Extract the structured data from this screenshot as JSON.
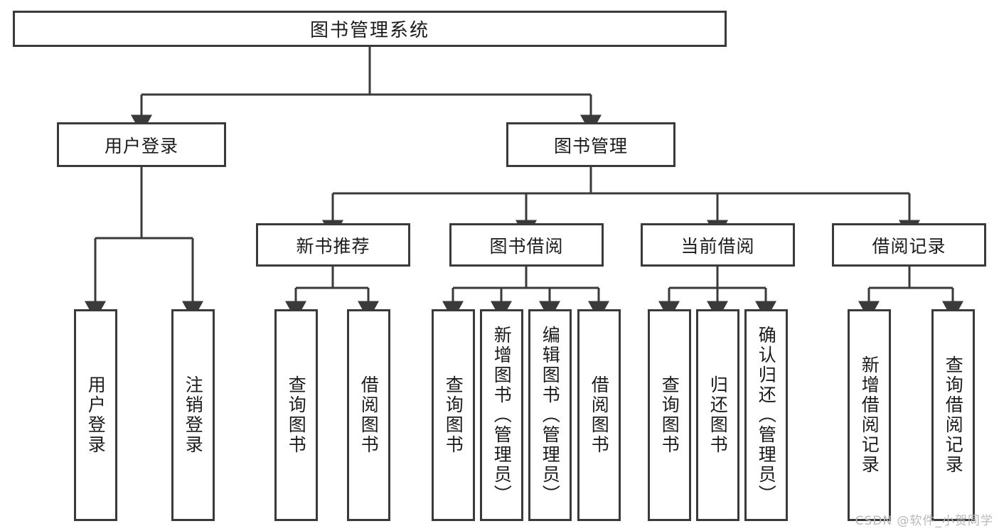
{
  "diagram": {
    "title_label": "图书管理系统",
    "watermark": "CSDN @软件_小贺同学",
    "stroke_color": "#3a3a3a",
    "background_color": "#ffffff",
    "text_color": "#1b1b1b",
    "levels": {
      "level1": [
        "图书管理系统"
      ],
      "level2": [
        "用户登录",
        "图书管理"
      ],
      "level3": [
        "新书推荐",
        "图书借阅",
        "当前借阅",
        "借阅记录"
      ],
      "level4": [
        "用户登录",
        "注销登录",
        "查询图书",
        "借阅图书",
        "查询图书",
        "新增图书（管理员）",
        "编辑图书（管理员）",
        "借阅图书",
        "查询图书",
        "归还图书",
        "确认归还（管理员）",
        "新增借阅记录",
        "查询借阅记录"
      ]
    },
    "nodes": {
      "root": "图书管理系统",
      "user_login": "用户登录",
      "book_manage": "图书管理",
      "new_book_rec": "新书推荐",
      "book_borrow": "图书借阅",
      "current_borrow": "当前借阅",
      "borrow_record": "借阅记录",
      "leaf_user_login": "用户登录",
      "leaf_logout": "注销登录",
      "leaf_query_book_a": "查询图书",
      "leaf_borrow_book_a": "借阅图书",
      "leaf_query_book_b": "查询图书",
      "leaf_add_book": "新增图书（管理员）",
      "leaf_edit_book": "编辑图书（管理员）",
      "leaf_borrow_book_b": "借阅图书",
      "leaf_query_book_c": "查询图书",
      "leaf_return_book": "归还图书",
      "leaf_confirm_return": "确认归还（管理员）",
      "leaf_add_record": "新增借阅记录",
      "leaf_query_record": "查询借阅记录"
    }
  }
}
